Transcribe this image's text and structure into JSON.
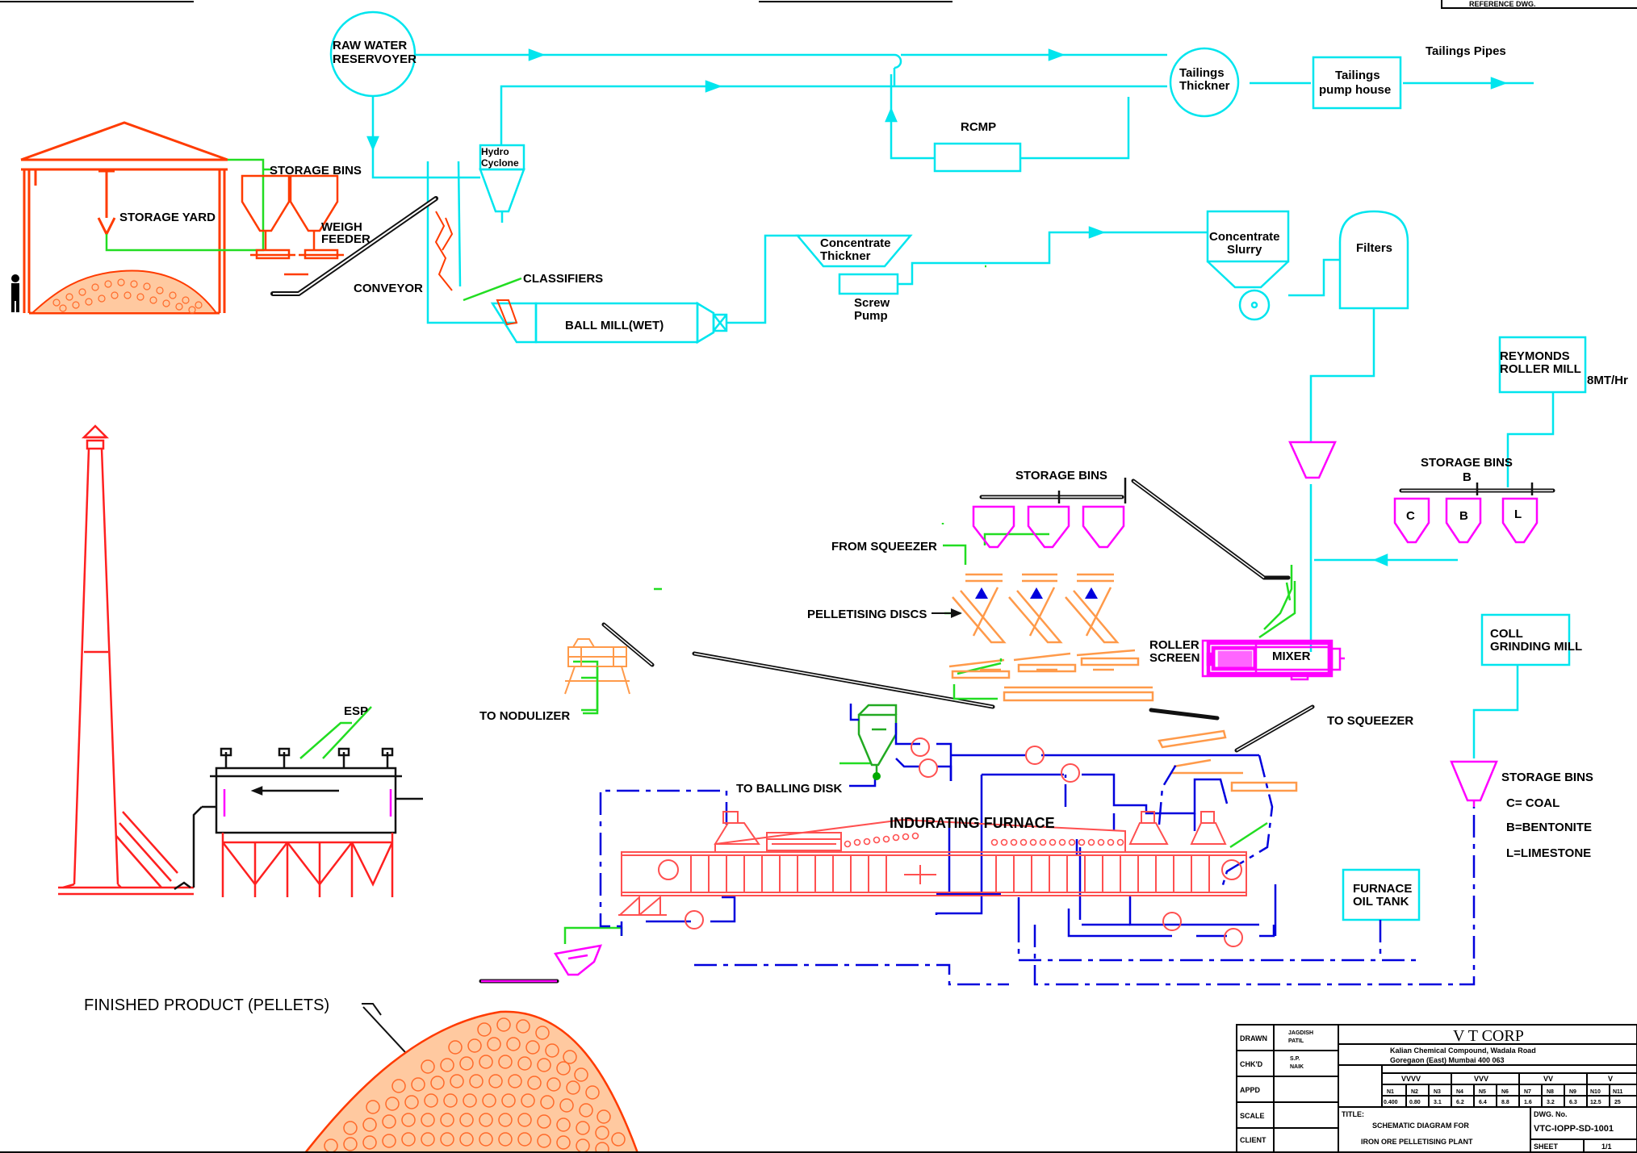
{
  "labels": {
    "raw_water_reservoir": [
      "RAW WATER",
      "RESERVOYER"
    ],
    "tailings_thickner": [
      "Tailings",
      "Thickner"
    ],
    "tailings_pump_house": [
      "Tailings",
      "pump house"
    ],
    "tailings_pipes": "Tailings Pipes",
    "rcmp": "RCMP",
    "hydro_cyclone": [
      "Hydro",
      "Cyclone"
    ],
    "storage_bins_top": "STORAGE BINS",
    "storage_yard": "STORAGE YARD",
    "weigh_feeder": [
      "WEIGH",
      "FEEDER"
    ],
    "conveyor": "CONVEYOR",
    "classifiers": "CLASSIFIERS",
    "ball_mill": "BALL MILL(WET)",
    "concentrate_thickner": [
      "Concentrate",
      "Thickner"
    ],
    "screw_pump": [
      "Screw",
      "Pump"
    ],
    "concentrate_slurry": [
      "Concentrate",
      "Slurry"
    ],
    "filters": "Filters",
    "reymonds_roller_mill": [
      "REYMONDS",
      "ROLLER MILL"
    ],
    "rate_8mt": "8MT/Hr",
    "storage_bins_mid": "STORAGE BINS",
    "storage_bins_right": "STORAGE BINS",
    "bin_b_label": "B",
    "bin_c": "C",
    "bin_b": "B",
    "bin_l": "L",
    "from_squeezer": "FROM SQUEEZER",
    "pelletising_discs": "PELLETISING DISCS",
    "roller_screen": [
      "ROLLER",
      "SCREEN"
    ],
    "mixer": "MIXER",
    "coal_grinding_mill": [
      "COLL",
      "GRINDING MILL"
    ],
    "to_nodulizer": "TO NODULIZER",
    "esp": "ESP",
    "to_squeezer": "TO SQUEEZER",
    "to_balling_disk": "TO BALLING DISK",
    "indurating_furnace": "INDURATING FURNACE",
    "storage_bins_bottom": "STORAGE BINS",
    "legend_c": "C= COAL",
    "legend_b": "B=BENTONITE",
    "legend_l": "L=LIMESTONE",
    "furnace_oil_tank": [
      "FURNACE",
      "OIL TANK"
    ],
    "finished_product": "FINISHED PRODUCT (PELLETS)"
  },
  "title_block": {
    "company": "V T CORP",
    "address_1": "Kalian Chemical Compound, Wadala Road",
    "address_2": "Goregaon (East) Mumbai 400 063",
    "row_labels": [
      "DRAWN",
      "CHK'D",
      "APPD",
      "SCALE",
      "CLIENT"
    ],
    "drawn_by": [
      "JAGDISH",
      "PATIL"
    ],
    "chk_by": [
      "S.P.",
      "NAIK"
    ],
    "grades": [
      "VVVV",
      "VVV",
      "VV",
      "V"
    ],
    "cols": [
      "N1",
      "N2",
      "N3",
      "N4",
      "N5",
      "N6",
      "N7",
      "N8",
      "N9",
      "N10",
      "N11"
    ],
    "vals": [
      "0.400",
      "0.80",
      "3.1",
      "6.2",
      "6.4",
      "8.8",
      "1.6",
      "3.2",
      "6.3",
      "12.5",
      "25"
    ],
    "title_label": "TITLE:",
    "title_1": "SCHEMATIC DIAGRAM FOR",
    "title_2": "IRON ORE PELLETISING PLANT",
    "dwg_label": "DWG. No.",
    "dwg_no": "VTC-IOPP-SD-1001",
    "sheet_label": "SHEET",
    "sheet_val": "1/1",
    "ref_label": "REFERENCE DWG."
  }
}
